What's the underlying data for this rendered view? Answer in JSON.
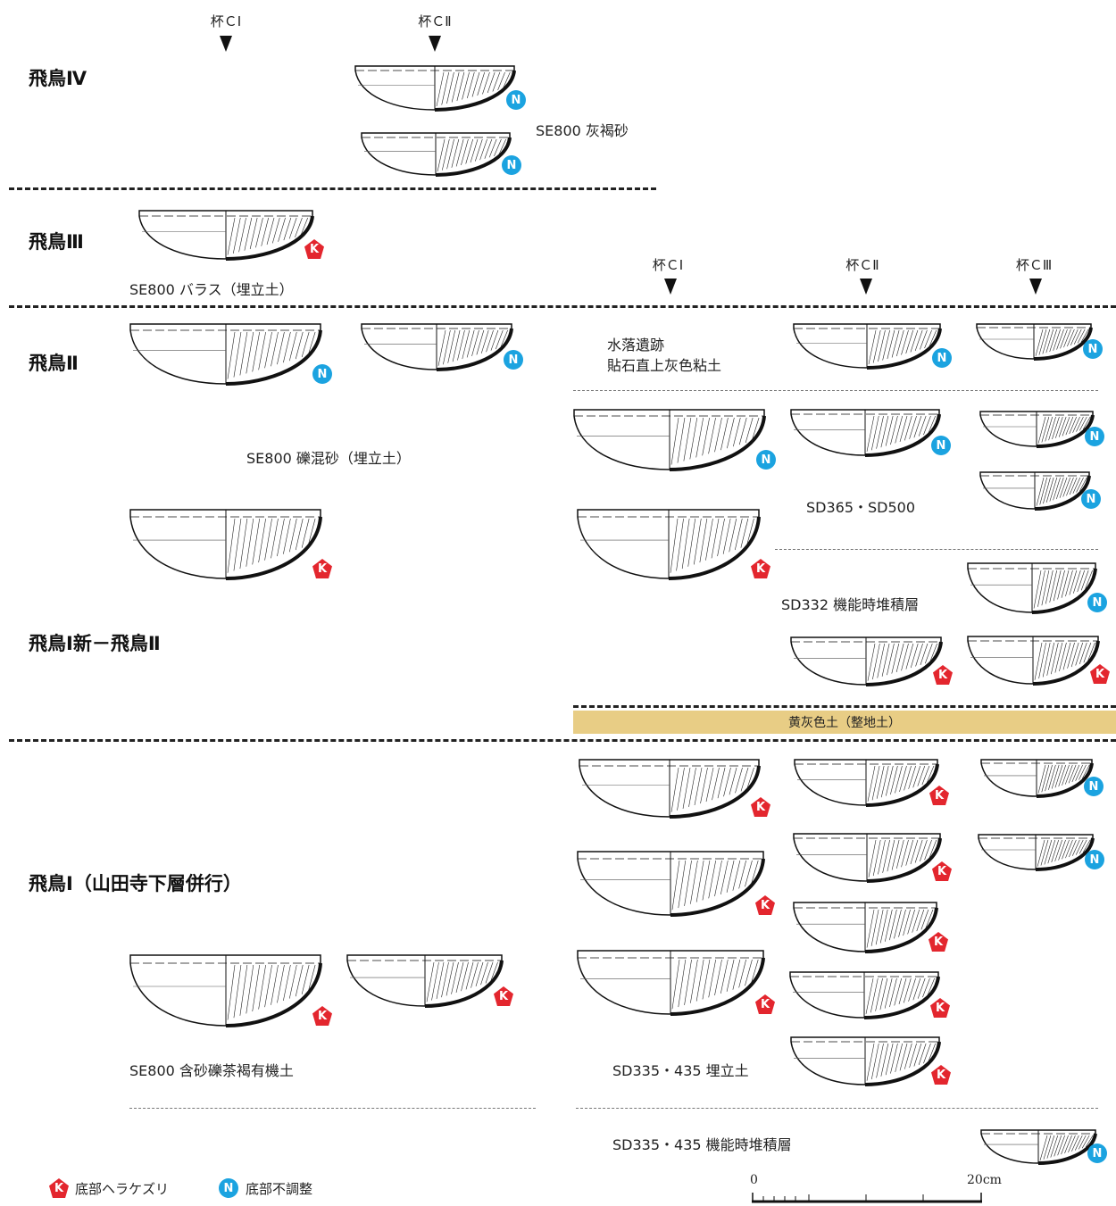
{
  "type_labels": {
    "c1": "杯ＣⅠ",
    "c2": "杯ＣⅡ",
    "c3": "杯ＣⅢ"
  },
  "phases": {
    "asuka4": "飛鳥Ⅳ",
    "asuka3": "飛鳥Ⅲ",
    "asuka2": "飛鳥Ⅱ",
    "asuka1_new": "飛鳥Ⅰ新－飛鳥Ⅱ",
    "asuka1": "飛鳥Ⅰ（山田寺下層併行）"
  },
  "contexts": {
    "se800_gray": "SE800 灰褐砂",
    "se800_balas": "SE800 バラス（埋立土）",
    "suiraku_1": "水落遺跡",
    "suiraku_2": "貼石直上灰色粘土",
    "se800_gravel": "SE800 礫混砂（埋立土）",
    "sd365": "SD365・SD500",
    "sd332": "SD332 機能時堆積層",
    "band": "黄灰色土（整地土）",
    "se800_organic": "SE800 含砂礫茶褐有機土",
    "sd335_fill": "SD335・435 埋立土",
    "sd335_func": "SD335・435 機能時堆積層"
  },
  "badges": {
    "n": "N",
    "k": "K"
  },
  "legend": {
    "k": "底部ヘラケズリ",
    "n": "底部不調整"
  },
  "scale": {
    "zero": "0",
    "twenty": "20cm"
  }
}
